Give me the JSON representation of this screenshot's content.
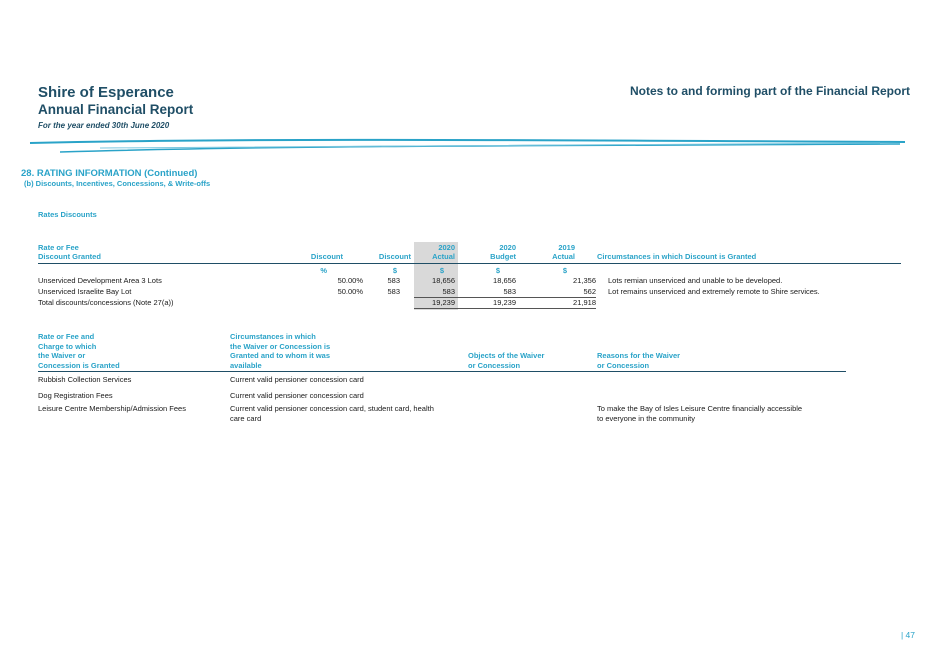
{
  "header": {
    "org": "Shire of Esperance",
    "report": "Annual Financial Report",
    "period": "For the year ended 30th June 2020",
    "notes": "Notes to and forming part of the Financial Report"
  },
  "section": {
    "title": "28. RATING INFORMATION (Continued)",
    "subtitle": "(b) Discounts, Incentives, Concessions, & Write-offs"
  },
  "rates_discounts": {
    "heading": "Rates Discounts",
    "headers": {
      "col1_line1": "Rate or Fee",
      "col1_line2": "Discount Granted",
      "discount_pct": "Discount",
      "discount_amt": "Discount",
      "actual_2020_year": "2020",
      "actual_2020_label": "Actual",
      "budget_2020_year": "2020",
      "budget_2020_label": "Budget",
      "actual_2019_year": "2019",
      "actual_2019_label": "Actual",
      "circumstances": "Circumstances in which Discount is Granted"
    },
    "units": {
      "pct": "%",
      "amt": "$",
      "a2020": "$",
      "b2020": "$",
      "a2019": "$"
    },
    "rows": [
      {
        "name": "Unserviced Development Area 3 Lots",
        "pct": "50.00%",
        "amt": "583",
        "a2020": "18,656",
        "b2020": "18,656",
        "a2019": "21,356",
        "circ": "Lots remian unserviced and unable to be developed."
      },
      {
        "name": "Unserviced Israelite Bay Lot",
        "pct": "50.00%",
        "amt": "583",
        "a2020": "583",
        "b2020": "583",
        "a2019": "562",
        "circ": "Lot remains unserviced and extremely remote to Shire services."
      }
    ],
    "total": {
      "name": "Total discounts/concessions (Note 27(a))",
      "a2020": "19,239",
      "b2020": "19,239",
      "a2019": "21,918"
    }
  },
  "waivers": {
    "headers": {
      "c1": [
        "Rate or Fee and",
        "Charge to which",
        "the Waiver or",
        "Concession is Granted"
      ],
      "c2": [
        "Circumstances in which",
        "the Waiver or Concession is",
        "Granted and to whom it was",
        "available"
      ],
      "c3": [
        "Objects of the Waiver",
        "or Concession"
      ],
      "c4": [
        "Reasons for the Waiver",
        "or Concession"
      ]
    },
    "rows": [
      {
        "name": "Rubbish Collection Services",
        "circ": [
          "Current valid pensioner concession card"
        ],
        "objects": "",
        "reasons": []
      },
      {
        "name": "Dog Registration Fees",
        "circ": [
          "Current valid pensioner concession card"
        ],
        "objects": "",
        "reasons": []
      },
      {
        "name": "Leisure Centre Membership/Admission Fees",
        "circ": [
          "Current valid pensioner concession card, student card, health",
          "care card"
        ],
        "objects": "",
        "reasons": [
          "To make the Bay of Isles Leisure Centre financially accessible",
          "to everyone in the community"
        ]
      }
    ]
  },
  "footer": {
    "page": "| 47"
  },
  "colors": {
    "heading_navy": "#1f4e66",
    "accent_cyan": "#2aa3c8",
    "shade_grey": "#d9d9d9"
  }
}
